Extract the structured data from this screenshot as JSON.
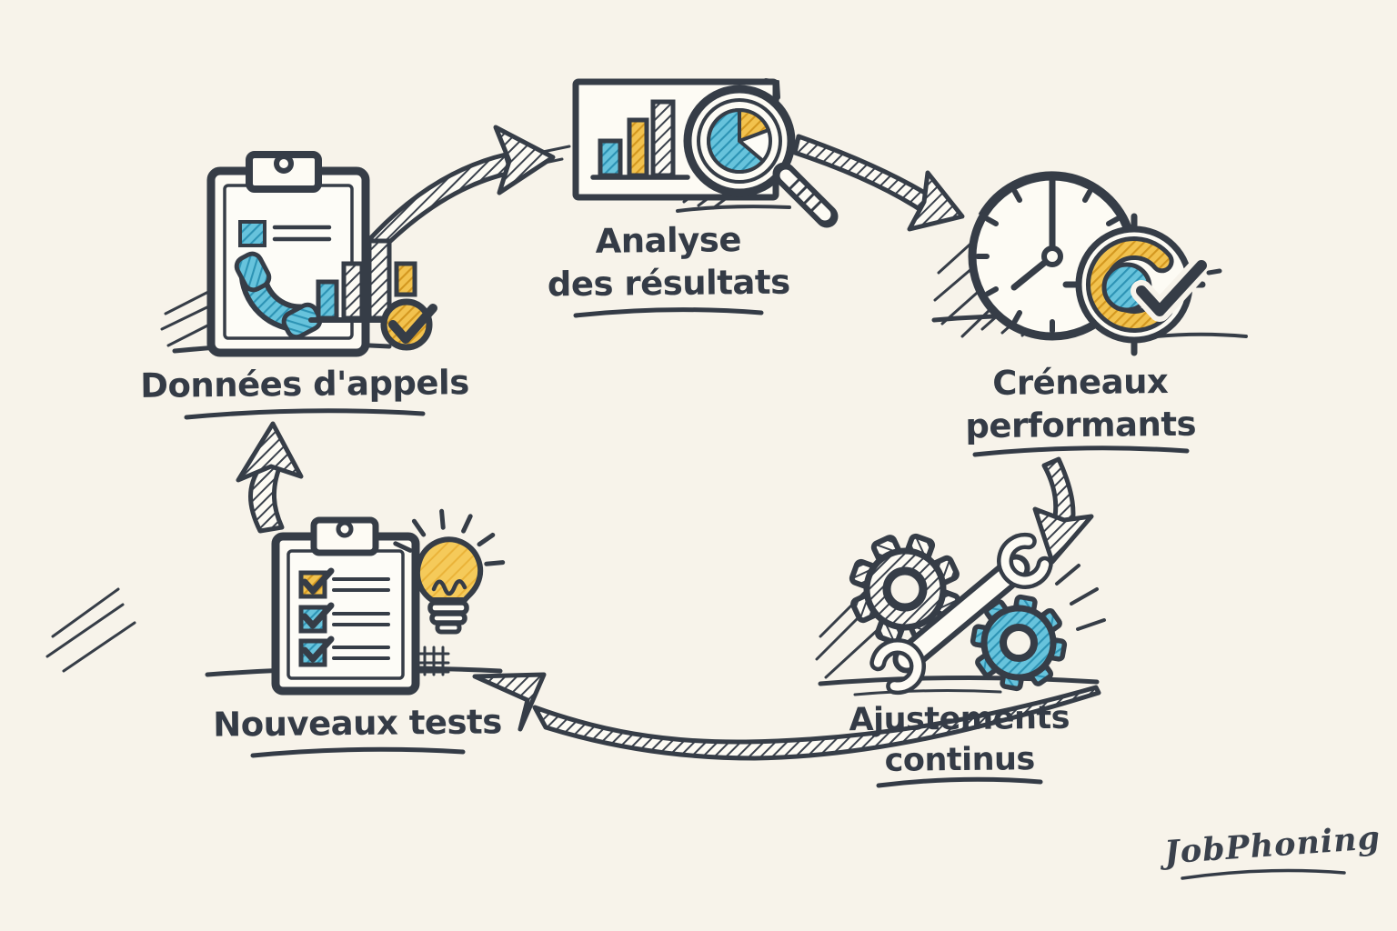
{
  "palette": {
    "background": "#f7f3ea",
    "ink": "#363d47",
    "accent_blue": "#67c3dc",
    "accent_yellow": "#f2c24e",
    "paper": "#fdfbf4"
  },
  "diagram": {
    "type": "process-cycle",
    "direction": "clockwise",
    "steps": [
      {
        "id": "donnees-dappels",
        "label": "Données d'appels",
        "lines": [
          "Données d'appels"
        ],
        "icon": "clipboard-phone-call-data-icon"
      },
      {
        "id": "analyse-des-resultats",
        "label": "Analyse des résultats",
        "lines": [
          "Analyse",
          "des résultats"
        ],
        "icon": "bar-chart-magnifier-pie-icon"
      },
      {
        "id": "creneaux-performants",
        "label": "Créneaux performants",
        "lines": [
          "Créneaux",
          "performants"
        ],
        "icon": "clock-target-check-icon"
      },
      {
        "id": "ajustements-continus",
        "label": "Ajustements continus",
        "lines": [
          "Ajustements",
          "continus"
        ],
        "icon": "gears-wrench-icon"
      },
      {
        "id": "nouveaux-tests",
        "label": "Nouveaux tests",
        "lines": [
          "Nouveaux tests"
        ],
        "icon": "clipboard-checklist-lightbulb-icon"
      }
    ],
    "connections": [
      {
        "from": "donnees-dappels",
        "to": "analyse-des-resultats"
      },
      {
        "from": "analyse-des-resultats",
        "to": "creneaux-performants"
      },
      {
        "from": "creneaux-performants",
        "to": "ajustements-continus"
      },
      {
        "from": "ajustements-continus",
        "to": "nouveaux-tests"
      },
      {
        "from": "nouveaux-tests",
        "to": "donnees-dappels"
      }
    ]
  },
  "logo": {
    "text": "JobPhoning"
  }
}
